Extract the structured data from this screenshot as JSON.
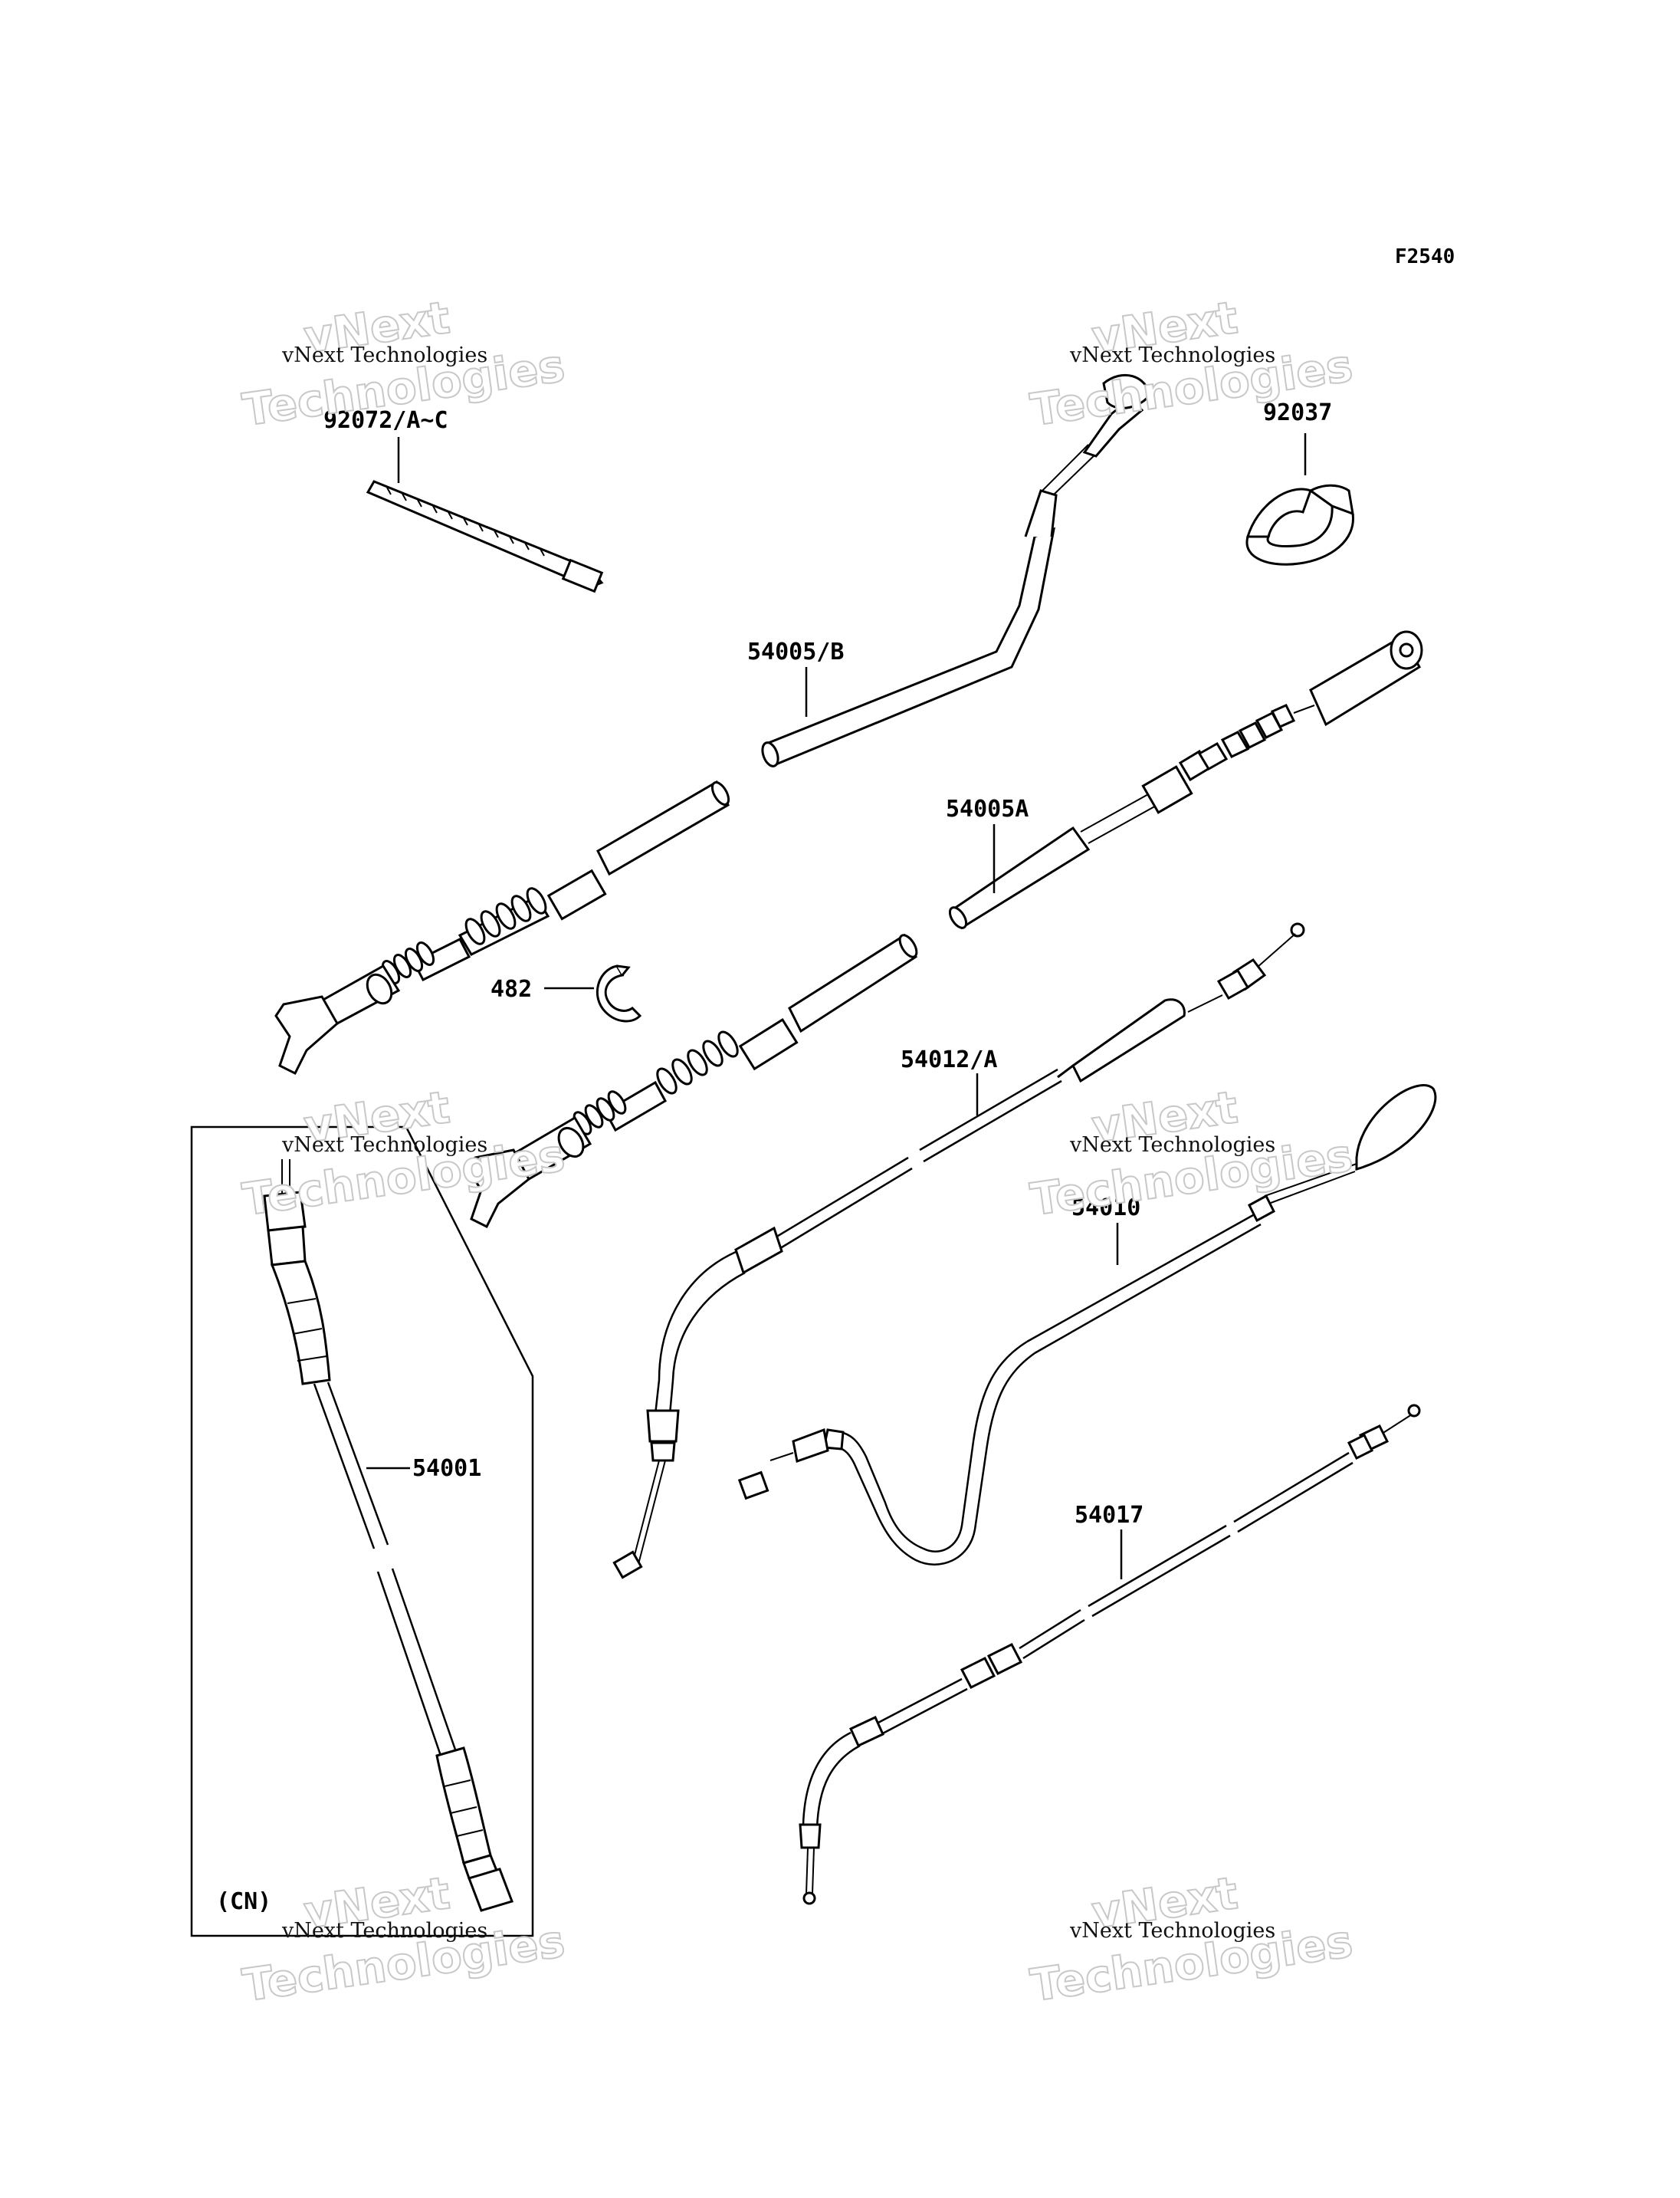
{
  "figure_code": "F2540",
  "watermarks": [
    {
      "small": "vNext Technologies",
      "big_top": "vNext",
      "big_bottom": "Technologies"
    },
    {
      "small": "vNext Technologies",
      "big_top": "vNext",
      "big_bottom": "Technologies"
    },
    {
      "small": "vNext Technologies",
      "big_top": "vNext",
      "big_bottom": "Technologies"
    },
    {
      "small": "vNext Technologies",
      "big_top": "vNext",
      "big_bottom": "Technologies"
    },
    {
      "small": "vNext Technologies",
      "big_top": "vNext",
      "big_bottom": "Technologies"
    },
    {
      "small": "vNext Technologies",
      "big_top": "vNext",
      "big_bottom": "Technologies"
    }
  ],
  "parts": {
    "cable_tie": "92072/A~C",
    "clamp": "92037",
    "throttle_cable_b": "54005/B",
    "throttle_cable_a": "54005A",
    "circlip": "482",
    "clutch_cable": "54012/A",
    "brake_cable": "54010",
    "speedometer_cable": "54001",
    "choke_cable": "54017"
  },
  "region_note": "(CN)"
}
